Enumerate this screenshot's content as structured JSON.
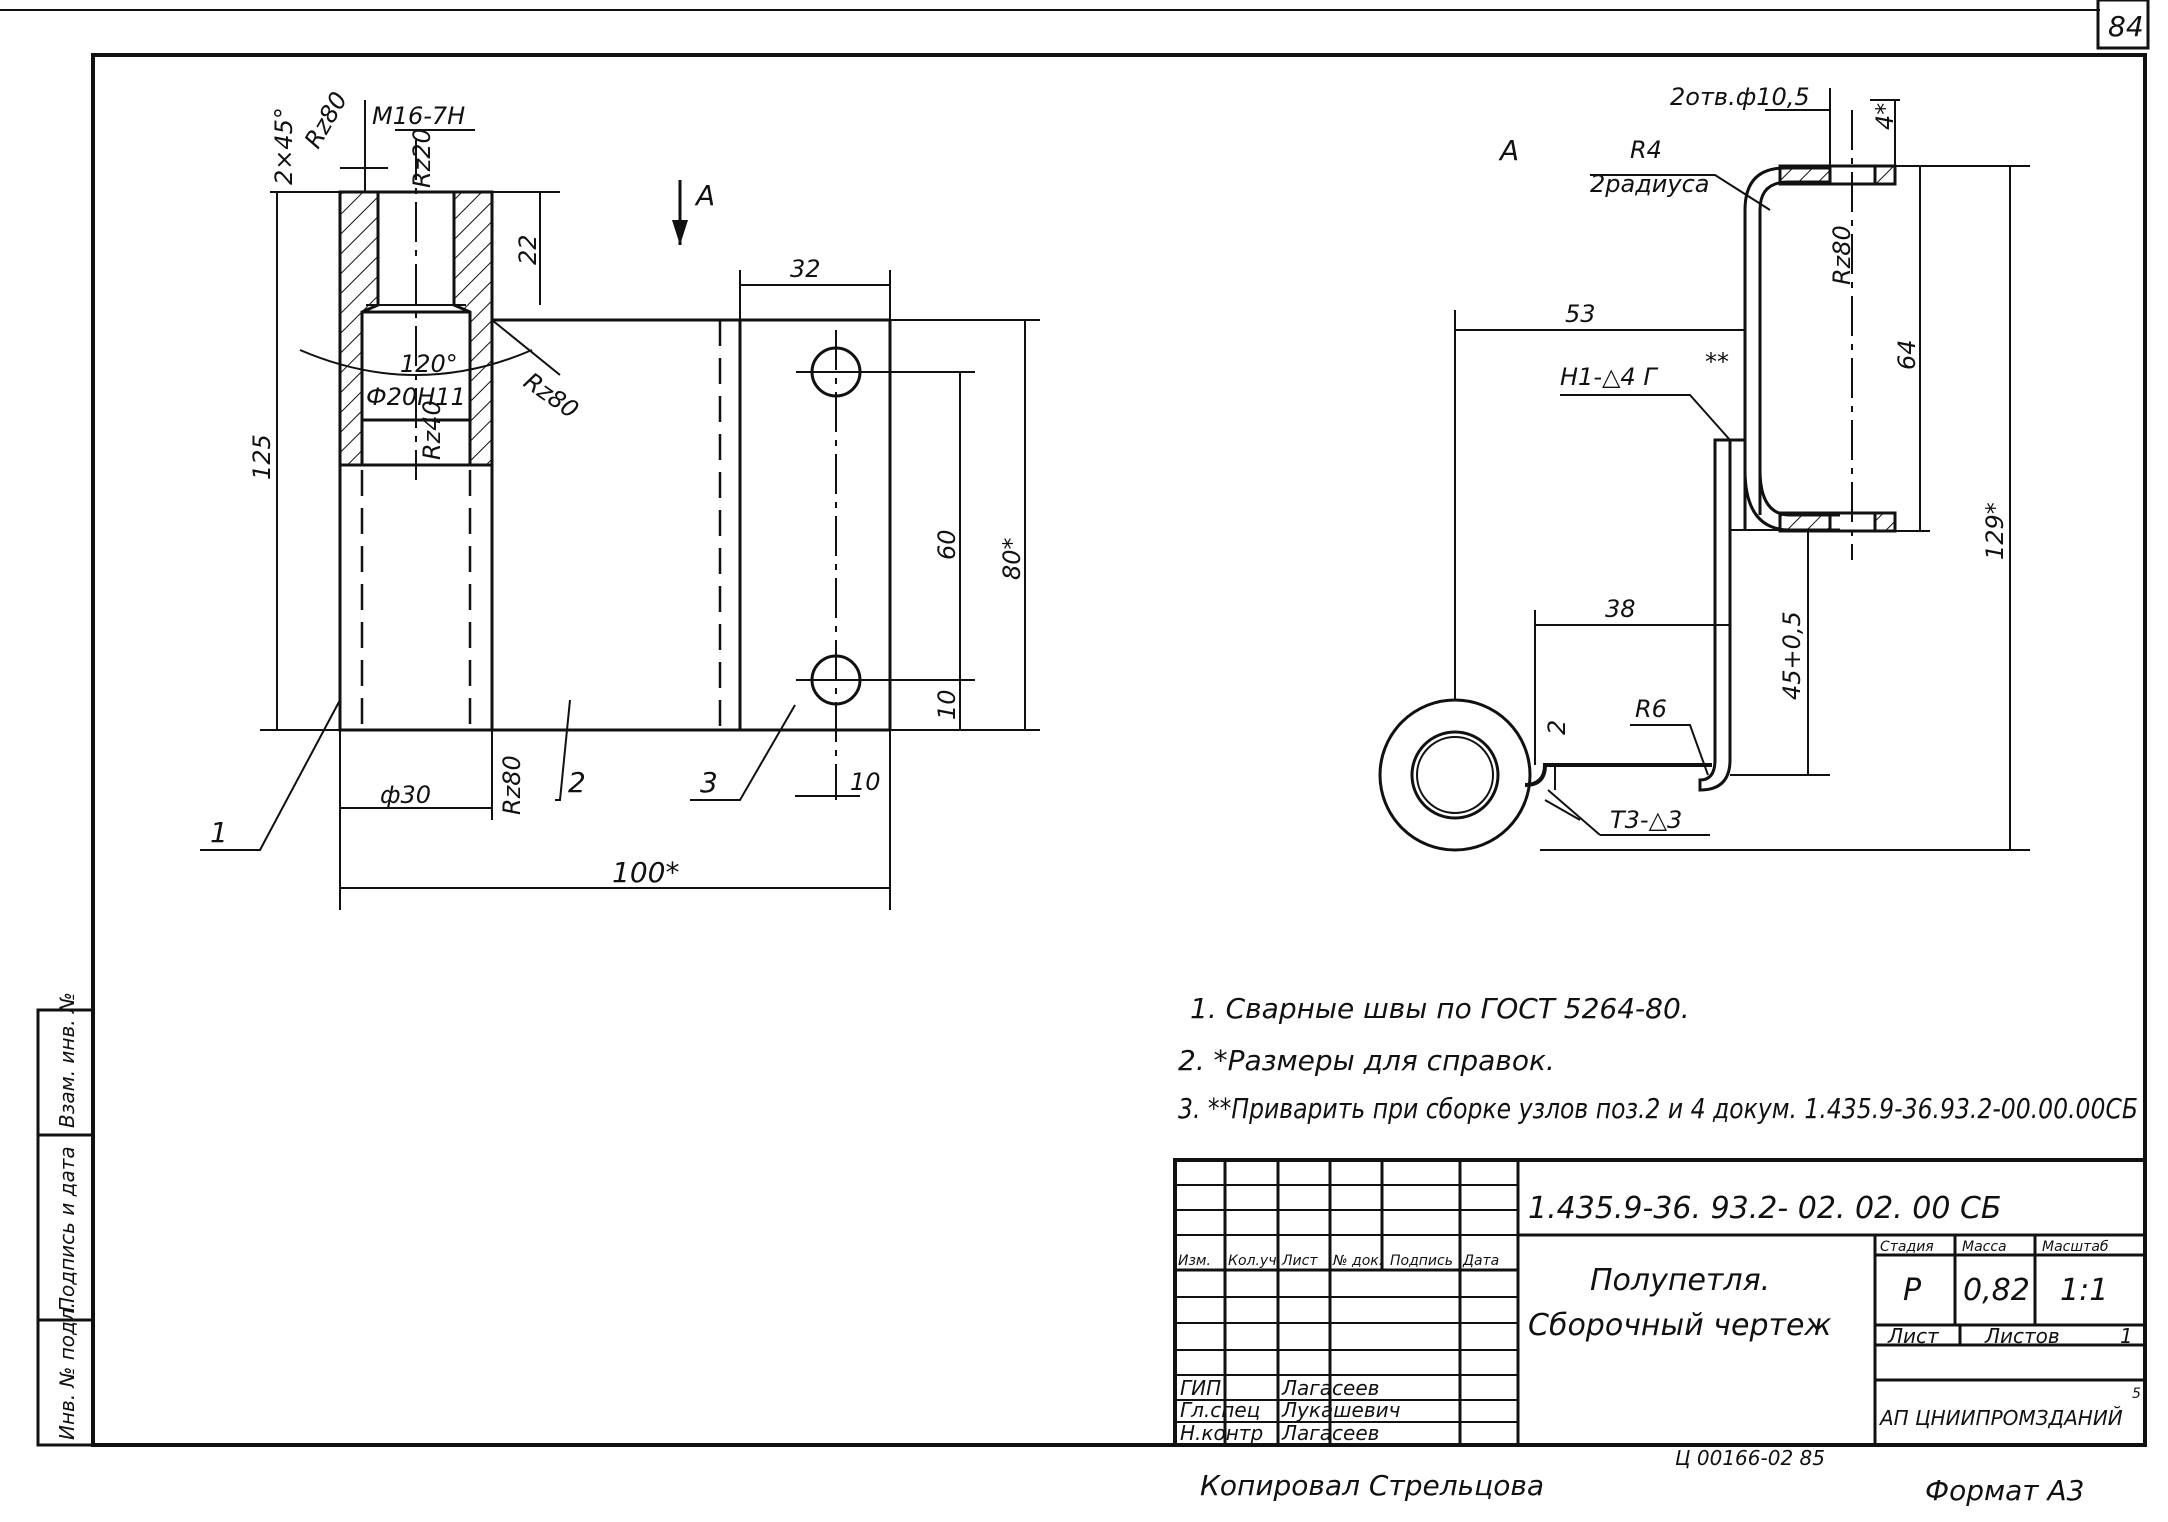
{
  "sheet": {
    "number": "84"
  },
  "view_label": "А",
  "view_arrow_label": "А",
  "left_view": {
    "dims": {
      "thread": "М16-7Н",
      "chamfer": "2×45°",
      "rz_top_left": "Rz80",
      "rz_top_inner": "Rz20",
      "depth_22": "22",
      "angle": "120°",
      "bore": "Ф20Н11",
      "rz_right": "Rz80",
      "rz_inner_40": "Rz40",
      "height_125": "125",
      "dia_30": "ф30",
      "rz_bottom": "Rz80",
      "width_32": "32",
      "hole_spacing": "60",
      "height_80": "80*",
      "edge_10_v": "10",
      "edge_10_h": "10",
      "length_100": "100*"
    },
    "callouts": [
      "1",
      "2",
      "3"
    ]
  },
  "right_view": {
    "dims": {
      "holes": "2отв.ф10,5",
      "dim_4": "4*",
      "radius_r4": "R4",
      "radius_count": "2радиуса",
      "rz_80": "Rz80",
      "dim_64": "64",
      "dim_53": "53",
      "weld_1": "Н1-△4 Г",
      "weld_1_mark": "**",
      "dim_129": "129*",
      "dim_38": "38",
      "dim_45": "45+0,5",
      "radius_r6": "R6",
      "dim_2": "2",
      "weld_2": "Т3-△3"
    }
  },
  "notes": [
    "1. Сварные швы по ГОСТ 5264-80.",
    "2. *Размеры для справок.",
    "3. **Приварить при сборке узлов поз.2 и 4 докум. 1.435.9-36.93.2-00.00.00СБ"
  ],
  "title_block": {
    "document_code": "1.435.9-36. 93.2- 02. 02. 00 СБ",
    "title_line1": "Полупетля.",
    "title_line2": "Сборочный чертеж",
    "col_headers": [
      "Изм.",
      "Кол.уч.",
      "Лист",
      "№ док.",
      "Подпись",
      "Дата"
    ],
    "roles": [
      "ГИП",
      "Гл.спец",
      "Н.контр"
    ],
    "names": [
      "Лагасеев",
      "Лукашевич",
      "Лагасеев"
    ],
    "stage_label": "Стадия",
    "mass_label": "Масса",
    "scale_label": "Масштаб",
    "stage": "Р",
    "mass": "0,82",
    "scale": "1:1",
    "sheet_label": "Лист",
    "sheets_label": "Листов",
    "sheets_count": "1",
    "organization": "АП ЦНИИПРОМЗДАНИЙ",
    "org_suffix": "5"
  },
  "side_stamp": [
    "Инв. № подл.",
    "Подпись и дата",
    "Взам. инв. №"
  ],
  "footer": {
    "copied_by": "Копировал Стрельцова",
    "order": "Ц 00166-02   85",
    "format": "Формат А3"
  }
}
